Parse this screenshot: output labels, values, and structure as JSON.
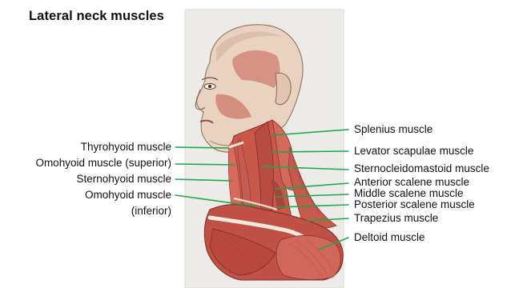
{
  "title": "Lateral neck muscles",
  "colors": {
    "leader_line": "#1fa84a",
    "paper": "#ecebe8",
    "skin": "#ead2c0",
    "muscle": "#c9574a",
    "muscle_dark": "#9c3a33",
    "tendon": "#e8dccd"
  },
  "labels": {
    "left": [
      {
        "id": "thyrohyoid",
        "text": "Thyrohyoid muscle"
      },
      {
        "id": "omohyoid-superior",
        "text": "Omohyoid muscle (superior)"
      },
      {
        "id": "sternohyoid",
        "text": "Sternohyoid muscle"
      },
      {
        "id": "omohyoid-inferior-1",
        "text": "Omohyoid muscle"
      },
      {
        "id": "omohyoid-inferior-2",
        "text": "(inferior)"
      }
    ],
    "right": [
      {
        "id": "splenius",
        "text": "Splenius muscle"
      },
      {
        "id": "levator-scapulae",
        "text": "Levator scapulae muscle"
      },
      {
        "id": "sternocleidomastoid",
        "text": "Sternocleidomastoid muscle"
      },
      {
        "id": "anterior-scalene",
        "text": "Anterior scalene muscle"
      },
      {
        "id": "middle-scalene",
        "text": "Middle scalene muscle"
      },
      {
        "id": "posterior-scalene",
        "text": "Posterior scalene muscle"
      },
      {
        "id": "trapezius",
        "text": "Trapezius muscle"
      },
      {
        "id": "deltoid",
        "text": "Deltoid muscle"
      }
    ]
  }
}
